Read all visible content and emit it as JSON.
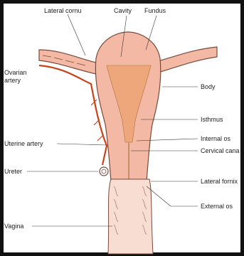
{
  "labels": {
    "lateral_cornu": "Lateral cornu",
    "cavity": "Cavity",
    "fundus": "Fundus",
    "ovarian_artery_1": "Ovarian",
    "ovarian_artery_2": "artery",
    "body": "Body",
    "isthmus": "Isthmus",
    "internal_os": "Internal os",
    "uterine_artery": "Uterine artery",
    "cervical_canal": "Cervical cana",
    "ureter": "Ureter",
    "lateral_fornix": "Lateral fornix",
    "external_os": "External os",
    "vagina": "Vagina"
  },
  "colors": {
    "uterus": "#f3b9a4",
    "cavity": "#eda77a",
    "outline": "#7a4a3a",
    "artery": "#c8431a",
    "vagina": "#f8ddd2",
    "frame": "#111111"
  }
}
